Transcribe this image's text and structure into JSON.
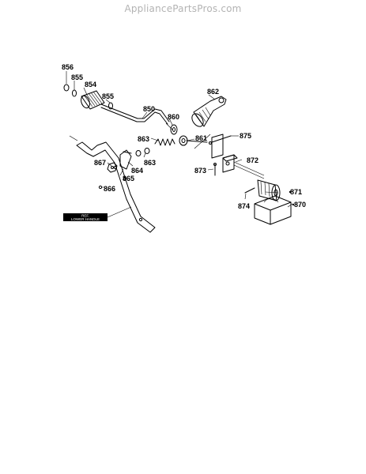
{
  "watermark": "AppliancePartsPros.com",
  "labels": {
    "p856": "856",
    "p855a": "855",
    "p854": "854",
    "p855b": "855",
    "p850": "850",
    "p862": "862",
    "p860": "860",
    "p863a": "863",
    "p861": "861",
    "p875": "875",
    "p867": "867",
    "p864": "864",
    "p863b": "863",
    "p872": "872",
    "p865": "865",
    "p873": "873",
    "p866": "866",
    "p871": "871",
    "p874": "874",
    "p870": "870"
  },
  "tag": {
    "line1": "REF.",
    "line2": "LOWER HANDLE"
  }
}
